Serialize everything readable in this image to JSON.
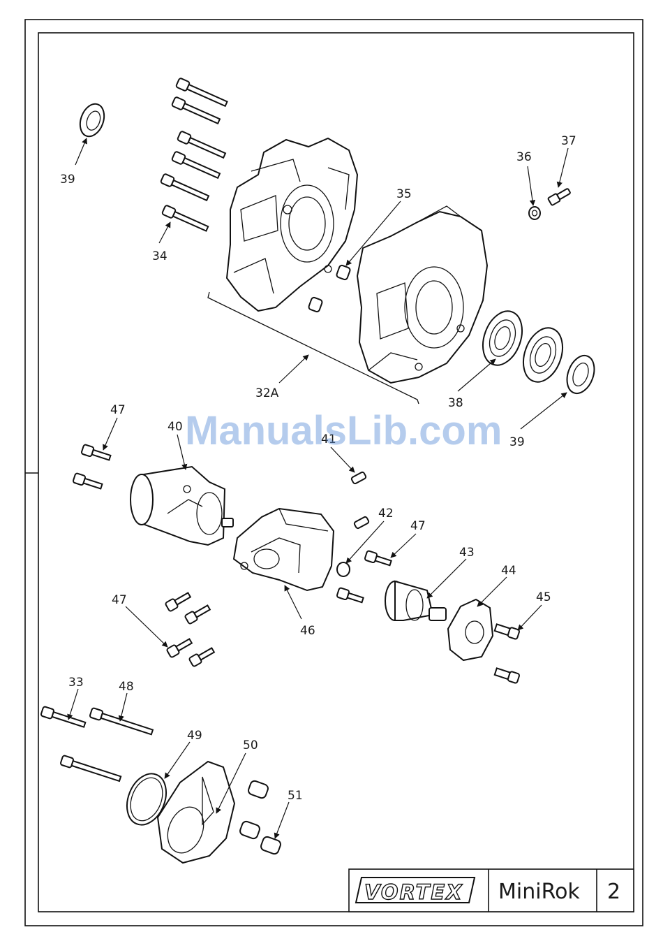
{
  "watermark": "ManualsLib.com",
  "title_block": {
    "logo_text": "VORTEX",
    "model": "MiniRok",
    "page": "2"
  },
  "callouts": [
    {
      "id": "c39a",
      "text": "39"
    },
    {
      "id": "c34",
      "text": "34"
    },
    {
      "id": "c35",
      "text": "35"
    },
    {
      "id": "c36",
      "text": "36"
    },
    {
      "id": "c37",
      "text": "37"
    },
    {
      "id": "c32a",
      "text": "32A"
    },
    {
      "id": "c38",
      "text": "38"
    },
    {
      "id": "c39b",
      "text": "39"
    },
    {
      "id": "c47a",
      "text": "47"
    },
    {
      "id": "c40",
      "text": "40"
    },
    {
      "id": "c41",
      "text": "41"
    },
    {
      "id": "c42",
      "text": "42"
    },
    {
      "id": "c47b",
      "text": "47"
    },
    {
      "id": "c43",
      "text": "43"
    },
    {
      "id": "c44",
      "text": "44"
    },
    {
      "id": "c45",
      "text": "45"
    },
    {
      "id": "c47c",
      "text": "47"
    },
    {
      "id": "c46",
      "text": "46"
    },
    {
      "id": "c33",
      "text": "33"
    },
    {
      "id": "c48",
      "text": "48"
    },
    {
      "id": "c49",
      "text": "49"
    },
    {
      "id": "c50",
      "text": "50"
    },
    {
      "id": "c51",
      "text": "51"
    }
  ]
}
